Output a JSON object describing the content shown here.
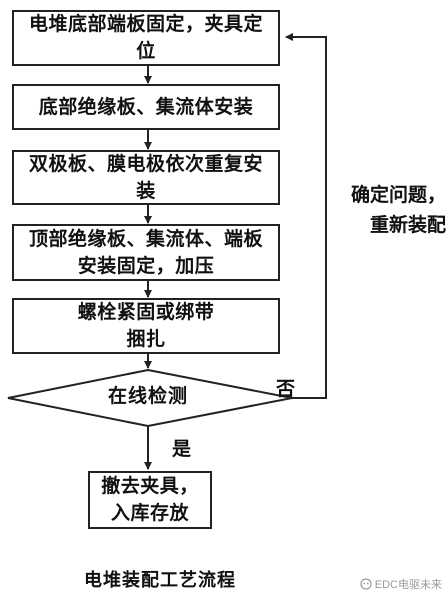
{
  "steps": [
    "电堆底部端板固定，夹具定位",
    "底部绝缘板、集流体安装",
    "双极板、膜电极依次重复安装",
    "顶部绝缘板、集流体、端板安装固定，加压",
    "螺栓紧固或绑带捆扎"
  ],
  "decision": "在线检测",
  "branch_yes": "是",
  "branch_no": "否",
  "final_step": "撤去夹具，入库存放",
  "feedback_note": "确定问题，重新装配",
  "caption": "电堆装配工艺流程",
  "watermark": "EDC电驱未来",
  "colors": {
    "stroke": "#222222",
    "text": "#111111",
    "watermark": "#9a9a9a"
  }
}
